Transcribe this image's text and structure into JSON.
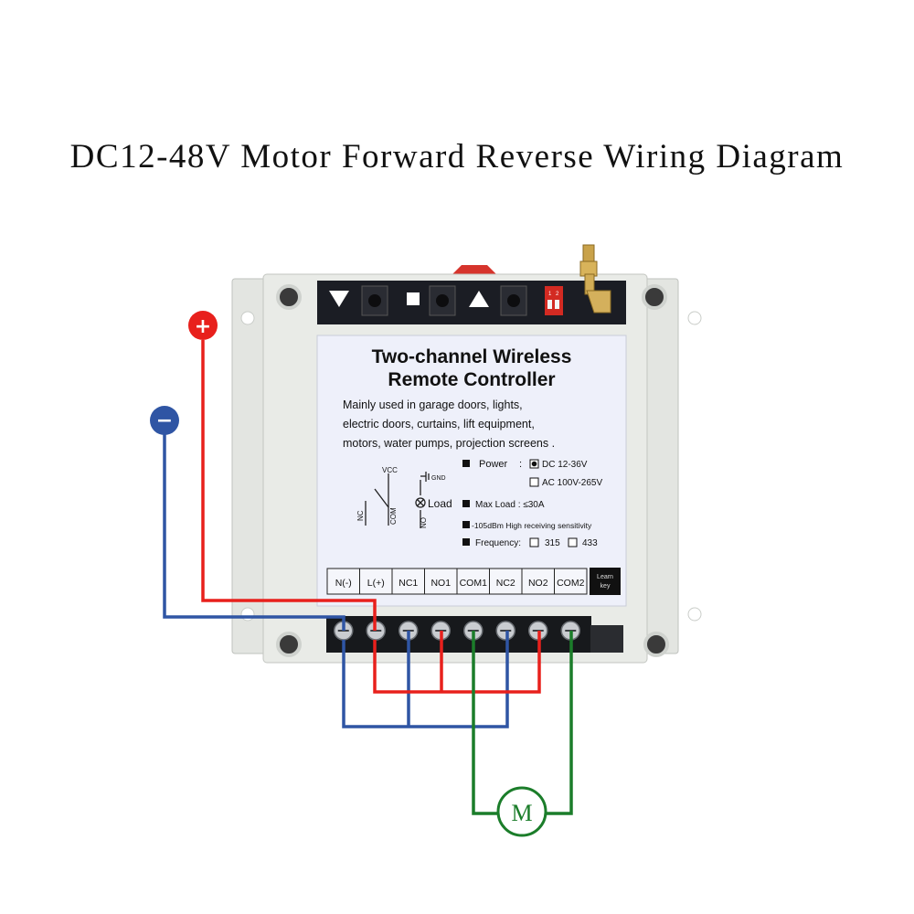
{
  "title": "DC12-48V Motor Forward Reverse Wiring Diagram",
  "colors": {
    "positive_wire": "#e8201c",
    "negative_wire": "#2f55a4",
    "motor_wire": "#1b7d2a",
    "housing": "#e6e8e4",
    "label_panel": "#eef0fa"
  },
  "power": {
    "positive_symbol": "+",
    "negative_symbol": "−"
  },
  "label": {
    "title_line1": "Two-channel Wireless",
    "title_line2": "Remote Controller",
    "desc_line1": "Mainly used in garage doors, lights,",
    "desc_line2": "electric doors, curtains, lift equipment,",
    "desc_line3": "motors, water pumps, projection screens .",
    "power_label": "Power",
    "power_colon": ":",
    "power_opt1": "DC 12-36V",
    "power_opt2": "AC 100V-265V",
    "maxload_label": "Max Load : ≤30A",
    "sensitivity_label": "-105dBm High receiving sensitivity",
    "frequency_label": "Frequency:",
    "freq_opt1": "315",
    "freq_opt2": "433",
    "schem_vcc": "VCC",
    "schem_gnd": "GND",
    "schem_load": "Load",
    "schem_nc": "NC",
    "schem_com": "COM",
    "schem_no": "NO",
    "learn_line1": "Learn",
    "learn_line2": "key"
  },
  "terminals": [
    "N(-)",
    "L(+)",
    "NC1",
    "NO1",
    "COM1",
    "NC2",
    "NO2",
    "COM2"
  ],
  "dip_switch": [
    "1",
    "2"
  ],
  "motor_label": "M"
}
